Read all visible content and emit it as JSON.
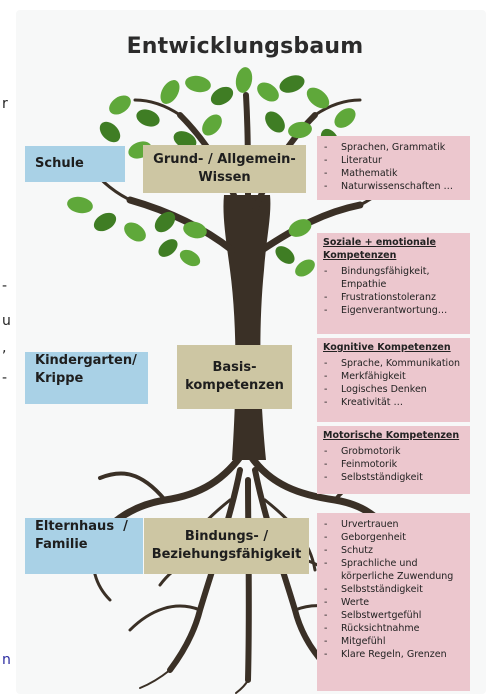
{
  "title": "Entwicklungsbaum",
  "edge_fragments": [
    "r",
    "-",
    "u",
    ",",
    "-",
    "n"
  ],
  "levels": {
    "schule": {
      "stage": "Schule",
      "competence": [
        "Grund- / Allgemein-",
        "Wissen"
      ],
      "details": [
        "Sprachen, Grammatik",
        "Literatur",
        "Mathematik",
        "Naturwissenschaften …"
      ]
    },
    "kindergarten": {
      "stage": [
        "Kindergarten/",
        "Krippe"
      ],
      "competence": [
        "Basis-",
        "kompetenzen"
      ],
      "groups": [
        {
          "header": [
            "Soziale + emotionale",
            "Kompetenzen"
          ],
          "items": [
            "Bindungsfähigkeit, Empathie",
            "Frustrationstoleranz",
            "Eigenverantwortung…"
          ]
        },
        {
          "header": [
            "Kognitive Kompetenzen"
          ],
          "items": [
            "Sprache, Kommunikation",
            "Merkfähigkeit",
            "Logisches Denken",
            "Kreativität …"
          ]
        },
        {
          "header": [
            "Motorische Kompetenzen"
          ],
          "items": [
            "Grobmotorik",
            "Feinmotorik",
            "Selbstständigkeit"
          ]
        }
      ]
    },
    "elternhaus": {
      "stage": [
        "Elternhaus  /",
        "Familie"
      ],
      "competence": [
        "Bindungs- /",
        "Beziehungsfähigkeit"
      ],
      "details": [
        "Urvertrauen",
        "Geborgenheit",
        "Schutz",
        "Sprachliche und körperliche Zuwendung",
        "Selbstständigkeit",
        "Werte",
        "Selbstwertgefühl",
        "Rücksichtnahme",
        "Mitgefühl",
        "Klare Regeln, Grenzen"
      ]
    }
  },
  "colors": {
    "stage_box": "#a9d1e6",
    "competence_box": "#cdc6a3",
    "detail_box": "#ecc7ce",
    "leaf": "#5fa83a",
    "leaf_dark": "#3f7d24",
    "trunk": "#3a3026"
  }
}
